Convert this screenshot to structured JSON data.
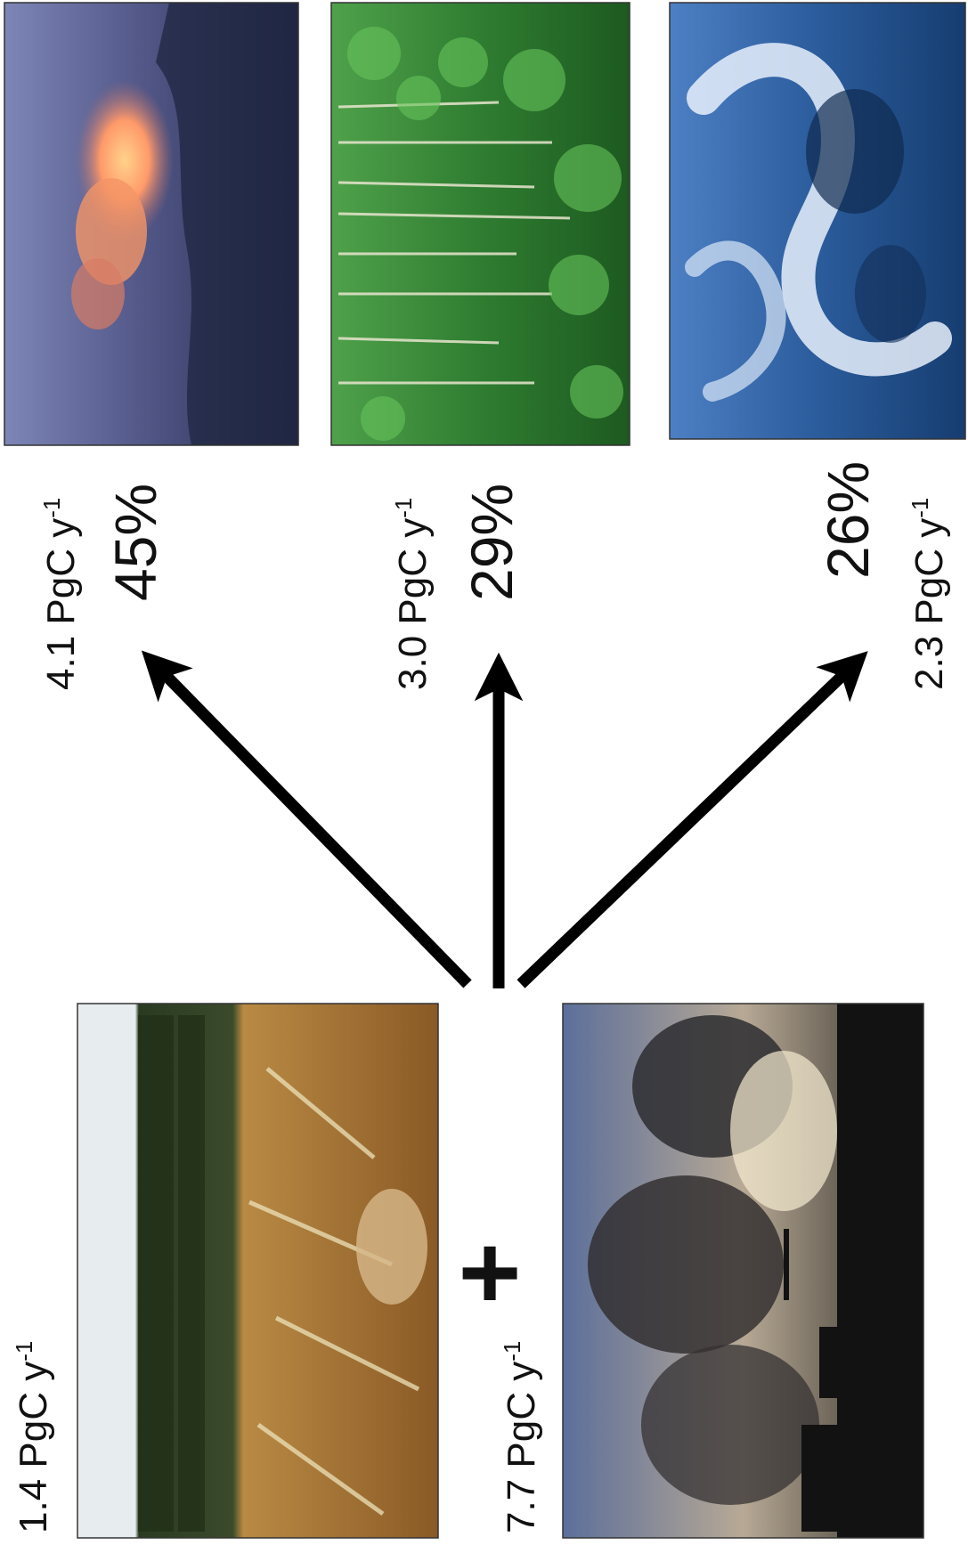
{
  "sources": {
    "land_use_change": {
      "amount": "1.4 PgC y",
      "exponent": "-1",
      "image": "deforestation-photo"
    },
    "fossil_fuel": {
      "amount": "7.7 PgC y",
      "exponent": "-1",
      "image": "smokestack-emissions-photo"
    },
    "combiner_symbol": "+"
  },
  "sinks": {
    "atmosphere": {
      "amount": "4.1 PgC y",
      "exponent": "-1",
      "percent": "45%",
      "image": "sunset-cloud-photo"
    },
    "land": {
      "amount": "3.0 PgC y",
      "exponent": "-1",
      "percent": "29%",
      "image": "forest-photo"
    },
    "ocean": {
      "amount": "2.3 PgC y",
      "exponent": "-1",
      "percent": "26%",
      "image": "ocean-wave-photo"
    }
  },
  "colors": {
    "arrow": "#000000",
    "text": "#111111"
  }
}
